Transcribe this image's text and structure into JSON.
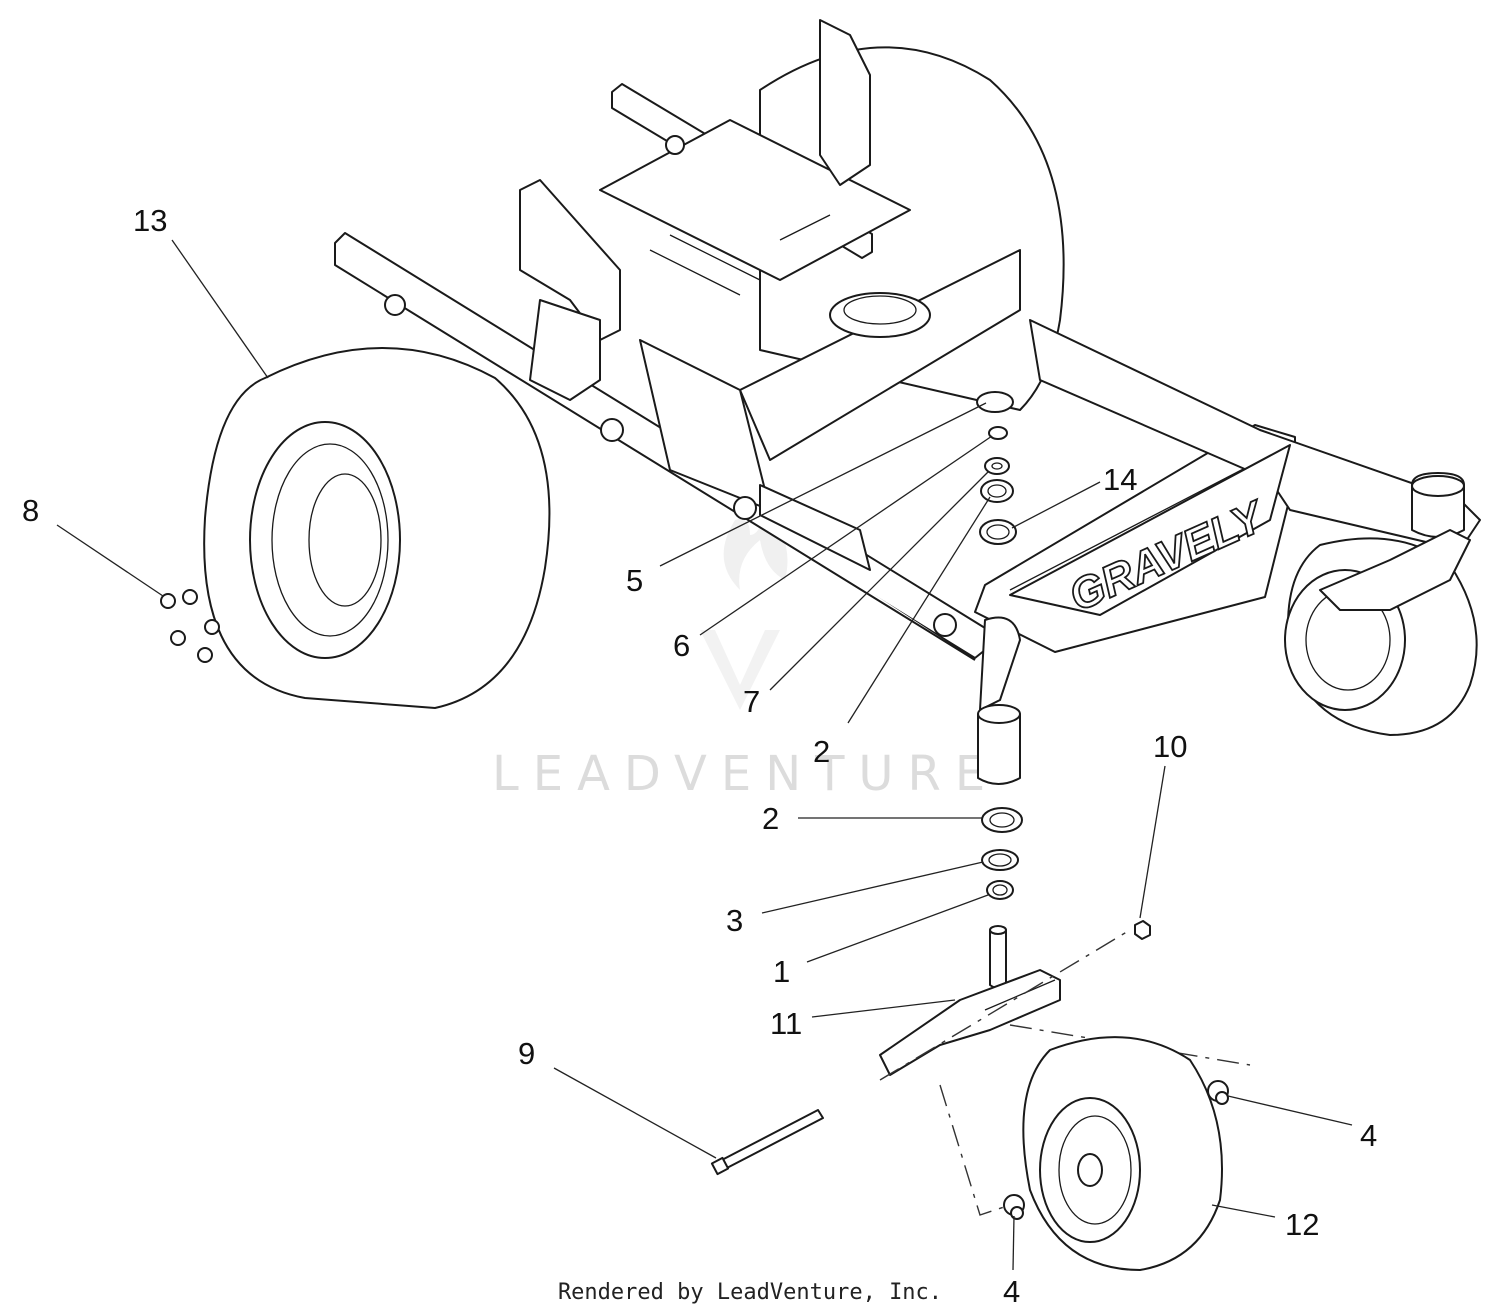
{
  "watermark": {
    "text": "LEADVENTURE"
  },
  "brand_plate": {
    "text": "GRAVELY"
  },
  "footer": {
    "credit": "Rendered by LeadVenture, Inc."
  },
  "callouts": [
    {
      "id": "c13",
      "label": "13"
    },
    {
      "id": "c8",
      "label": "8"
    },
    {
      "id": "c14",
      "label": "14"
    },
    {
      "id": "c5",
      "label": "5"
    },
    {
      "id": "c6",
      "label": "6"
    },
    {
      "id": "c7",
      "label": "7"
    },
    {
      "id": "c2a",
      "label": "2"
    },
    {
      "id": "c10",
      "label": "10"
    },
    {
      "id": "c2b",
      "label": "2"
    },
    {
      "id": "c3",
      "label": "3"
    },
    {
      "id": "c1",
      "label": "1"
    },
    {
      "id": "c11",
      "label": "11"
    },
    {
      "id": "c9",
      "label": "9"
    },
    {
      "id": "c4a",
      "label": "4"
    },
    {
      "id": "c12",
      "label": "12"
    },
    {
      "id": "c4b",
      "label": "4"
    }
  ]
}
